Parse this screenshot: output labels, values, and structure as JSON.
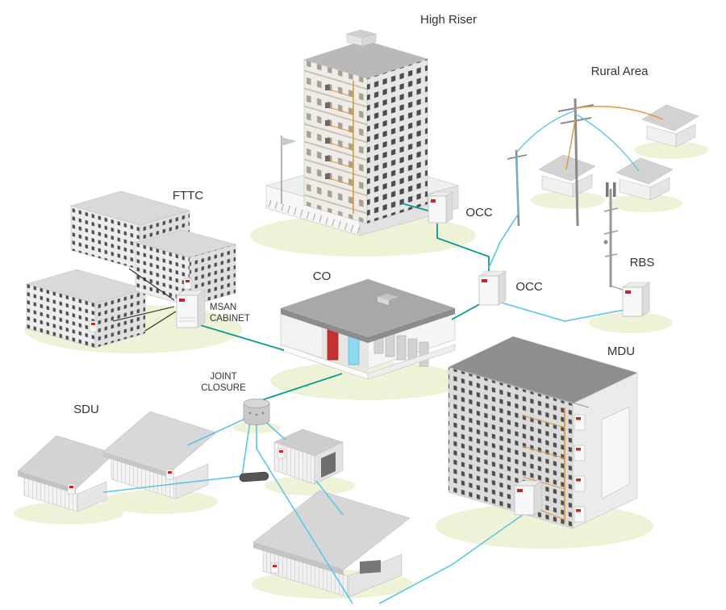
{
  "diagram": {
    "type": "network-topology",
    "description": "FTTx access network deployment scenarios illustration",
    "colors": {
      "fiber_teal": "#0e9b8f",
      "fiber_cyan": "#5bc6e8",
      "cable_orange": "#dc9a3e",
      "cable_copper": "#2b2b2b",
      "accent_red": "#c4262b",
      "accent_blue": "#8ed9ef",
      "building_light": "#f2f2f2",
      "building_shade": "#dcdcdc",
      "roof_dark": "#8e8e8e",
      "ground_glow": "#eef3d8",
      "label_text": "#333333"
    },
    "nodes": [
      {
        "id": "high-riser",
        "label": "High Riser"
      },
      {
        "id": "rural-area",
        "label": "Rural Area"
      },
      {
        "id": "fttc",
        "label": "FTTC"
      },
      {
        "id": "occ-high-riser",
        "label": "OCC"
      },
      {
        "id": "co",
        "label": "CO"
      },
      {
        "id": "occ-rural",
        "label": "OCC"
      },
      {
        "id": "rbs",
        "label": "RBS"
      },
      {
        "id": "msan-cabinet",
        "label": "MSAN CABINET",
        "line1": "MSAN",
        "line2": "CABINET"
      },
      {
        "id": "mdu",
        "label": "MDU"
      },
      {
        "id": "joint-closure",
        "label": "JOINT CLOSURE",
        "line1": "JOINT",
        "line2": "CLOSURE"
      },
      {
        "id": "sdu",
        "label": "SDU"
      }
    ],
    "edges": [
      {
        "from": "fttc",
        "to": "msan-cabinet",
        "medium": "copper"
      },
      {
        "from": "msan-cabinet",
        "to": "co",
        "medium": "fiber"
      },
      {
        "from": "co",
        "to": "joint-closure",
        "medium": "fiber"
      },
      {
        "from": "joint-closure",
        "to": "sdu",
        "medium": "fiber-drop"
      },
      {
        "from": "joint-closure",
        "to": "mdu",
        "medium": "fiber"
      },
      {
        "from": "co",
        "to": "occ-rural",
        "medium": "fiber"
      },
      {
        "from": "occ-rural",
        "to": "occ-high-riser",
        "medium": "fiber"
      },
      {
        "from": "occ-high-riser",
        "to": "high-riser",
        "medium": "fiber"
      },
      {
        "from": "occ-rural",
        "to": "rural-area",
        "medium": "aerial-drop"
      },
      {
        "from": "occ-rural",
        "to": "rbs",
        "medium": "fiber"
      }
    ]
  }
}
